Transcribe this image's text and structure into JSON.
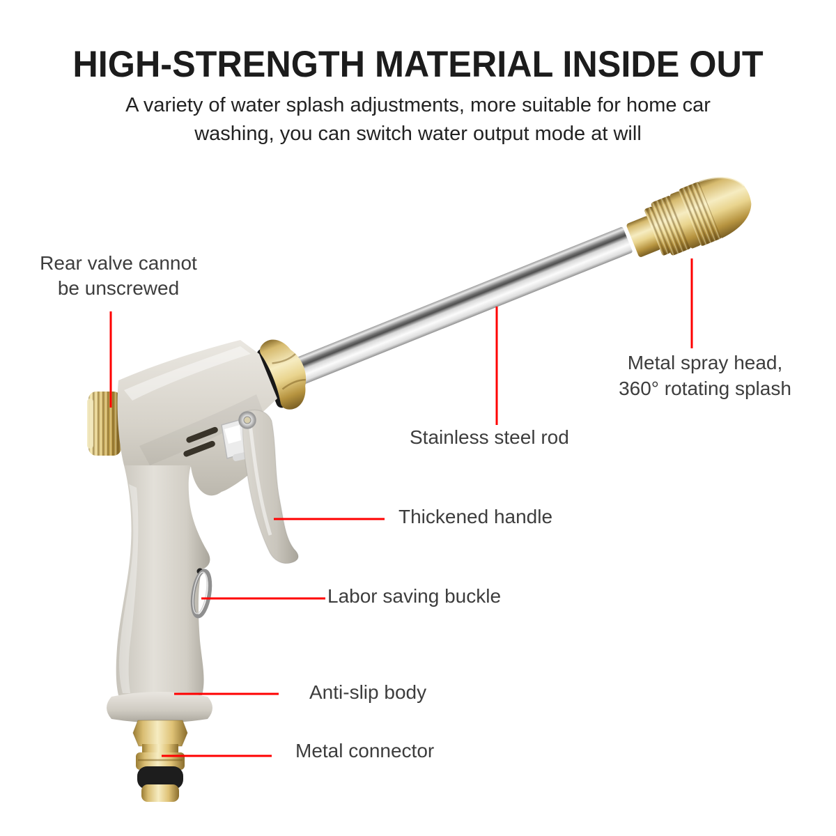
{
  "header": {
    "title": "HIGH-STRENGTH MATERIAL INSIDE OUT",
    "subtitle_line1": "A variety of water splash adjustments, more suitable for home car",
    "subtitle_line2": "washing, you can switch water output mode at will"
  },
  "annotations": {
    "rear_valve": {
      "line1": "Rear valve cannot",
      "line2": "be unscrewed"
    },
    "spray_head": {
      "line1": "Metal spray head,",
      "line2": "360° rotating splash"
    },
    "steel_rod": {
      "text": "Stainless steel rod"
    },
    "handle": {
      "text": "Thickened handle"
    },
    "buckle": {
      "text": "Labor saving buckle"
    },
    "anti_slip_body": {
      "text": "Anti-slip body"
    },
    "connector": {
      "text": "Metal connector"
    }
  },
  "colors": {
    "leader_line": "#ff0000",
    "title_text": "#1c1c1c",
    "label_text": "#3d3d3d",
    "brass": "#d9bd72",
    "body_gray": "#d5d1c8",
    "steel": "#d9d9d9",
    "rubber": "#1d1d1d"
  }
}
